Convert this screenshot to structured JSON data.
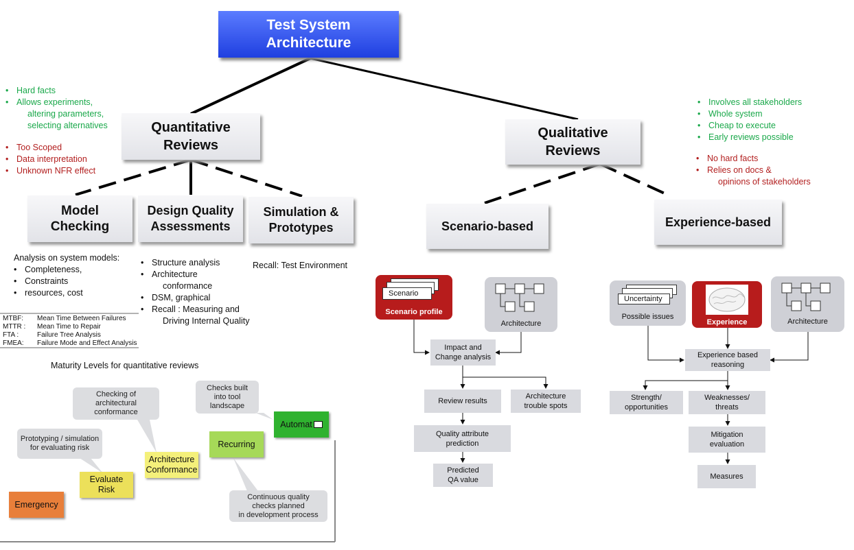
{
  "root": {
    "line1": "Test System",
    "line2": "Architecture"
  },
  "quantitative": {
    "title1": "Quantitative",
    "title2": "Reviews",
    "pros": [
      "Hard facts",
      "Allows experiments,",
      "altering parameters,",
      "selecting alternatives"
    ],
    "cons": [
      "Too Scoped",
      "Data interpretation",
      "Unknown NFR effect"
    ],
    "children": {
      "model_checking": {
        "line1": "Model",
        "line2": "Checking"
      },
      "design_quality": {
        "line1": "Design Quality",
        "line2": "Assessments"
      },
      "simulation": {
        "line1": "Simulation &",
        "line2": "Prototypes"
      }
    },
    "model_notes": {
      "heading": "Analysis  on system models:",
      "items": [
        "Completeness,",
        "Constraints",
        "resources,  cost"
      ]
    },
    "design_notes": [
      "Structure analysis",
      "Architecture",
      "conformance",
      "DSM, graphical",
      "Recall : Measuring and",
      "Driving Internal Quality"
    ],
    "simulation_note": "Recall: Test Environment",
    "abbreviations": [
      {
        "abbr": "MTBF:",
        "full": "Mean Time Between Failures"
      },
      {
        "abbr": "MTTR :",
        "full": "Mean Time to Repair"
      },
      {
        "abbr": "FTA :",
        "full": "Failure Tree Analysis"
      },
      {
        "abbr": "FMEA:",
        "full": "Failure Mode and Effect Analysis"
      }
    ],
    "maturity": {
      "title": "Maturity Levels for quantitative reviews",
      "levels": {
        "emergency": "Emergency",
        "evaluate_risk": {
          "line1": "Evaluate",
          "line2": "Risk"
        },
        "architecture_conformance": {
          "line1": "Architecture",
          "line2": "Conformance"
        },
        "recurring": "Recurring",
        "automated": "Automat"
      },
      "callouts": {
        "prototyping": {
          "line1": "Prototyping / simulation",
          "line2": "for evaluating risk"
        },
        "checking": {
          "line1": "Checking of",
          "line2": "architectural",
          "line3": "conformance"
        },
        "checks_built": {
          "line1": "Checks built",
          "line2": "into tool",
          "line3": "landscape"
        },
        "continuous": {
          "line1": "Continuous quality",
          "line2": "checks planned",
          "line3": "in development process"
        }
      },
      "colors": {
        "emergency": "#e87f3a",
        "evaluate": "#ece05a",
        "conformance": "#f4f07a",
        "recurring": "#a6d958",
        "automated": "#2fb22f"
      }
    }
  },
  "qualitative": {
    "title1": "Qualitative",
    "title2": "Reviews",
    "pros": [
      "Involves all stakeholders",
      "Whole  system",
      "Cheap to execute",
      "Early reviews possible"
    ],
    "cons": [
      "No hard facts",
      "Relies on docs &",
      "opinions  of stakeholders"
    ],
    "scenario_based": "Scenario-based",
    "experience_based": "Experience-based",
    "scenario_flow": {
      "scenario_card": "Scenario",
      "scenario_profile": "Scenario profile",
      "architecture": "Architecture",
      "impact": {
        "line1": "Impact and",
        "line2": "Change analysis"
      },
      "review_results": "Review results",
      "trouble_spots": {
        "line1": "Architecture",
        "line2": "trouble spots"
      },
      "quality_attr": {
        "line1": "Quality attribute",
        "line2": "prediction"
      },
      "predicted": {
        "line1": "Predicted",
        "line2": "QA value"
      }
    },
    "experience_flow": {
      "uncertainty_card": "Uncertainty",
      "possible_issues": "Possible issues",
      "experience": "Experience",
      "architecture": "Architecture",
      "reasoning": {
        "line1": "Experience based",
        "line2": "reasoning"
      },
      "strength": {
        "line1": "Strength/",
        "line2": "opportunities"
      },
      "weaknesses": {
        "line1": "Weaknesses/",
        "line2": "threats"
      },
      "mitigation": {
        "line1": "Mitigation",
        "line2": "evaluation"
      },
      "measures": "Measures"
    }
  },
  "colors": {
    "root_blue": "#2a48ee",
    "pro_green": "#1aa84a",
    "con_red": "#b21e1e",
    "tile_red": "#b71c1c"
  }
}
